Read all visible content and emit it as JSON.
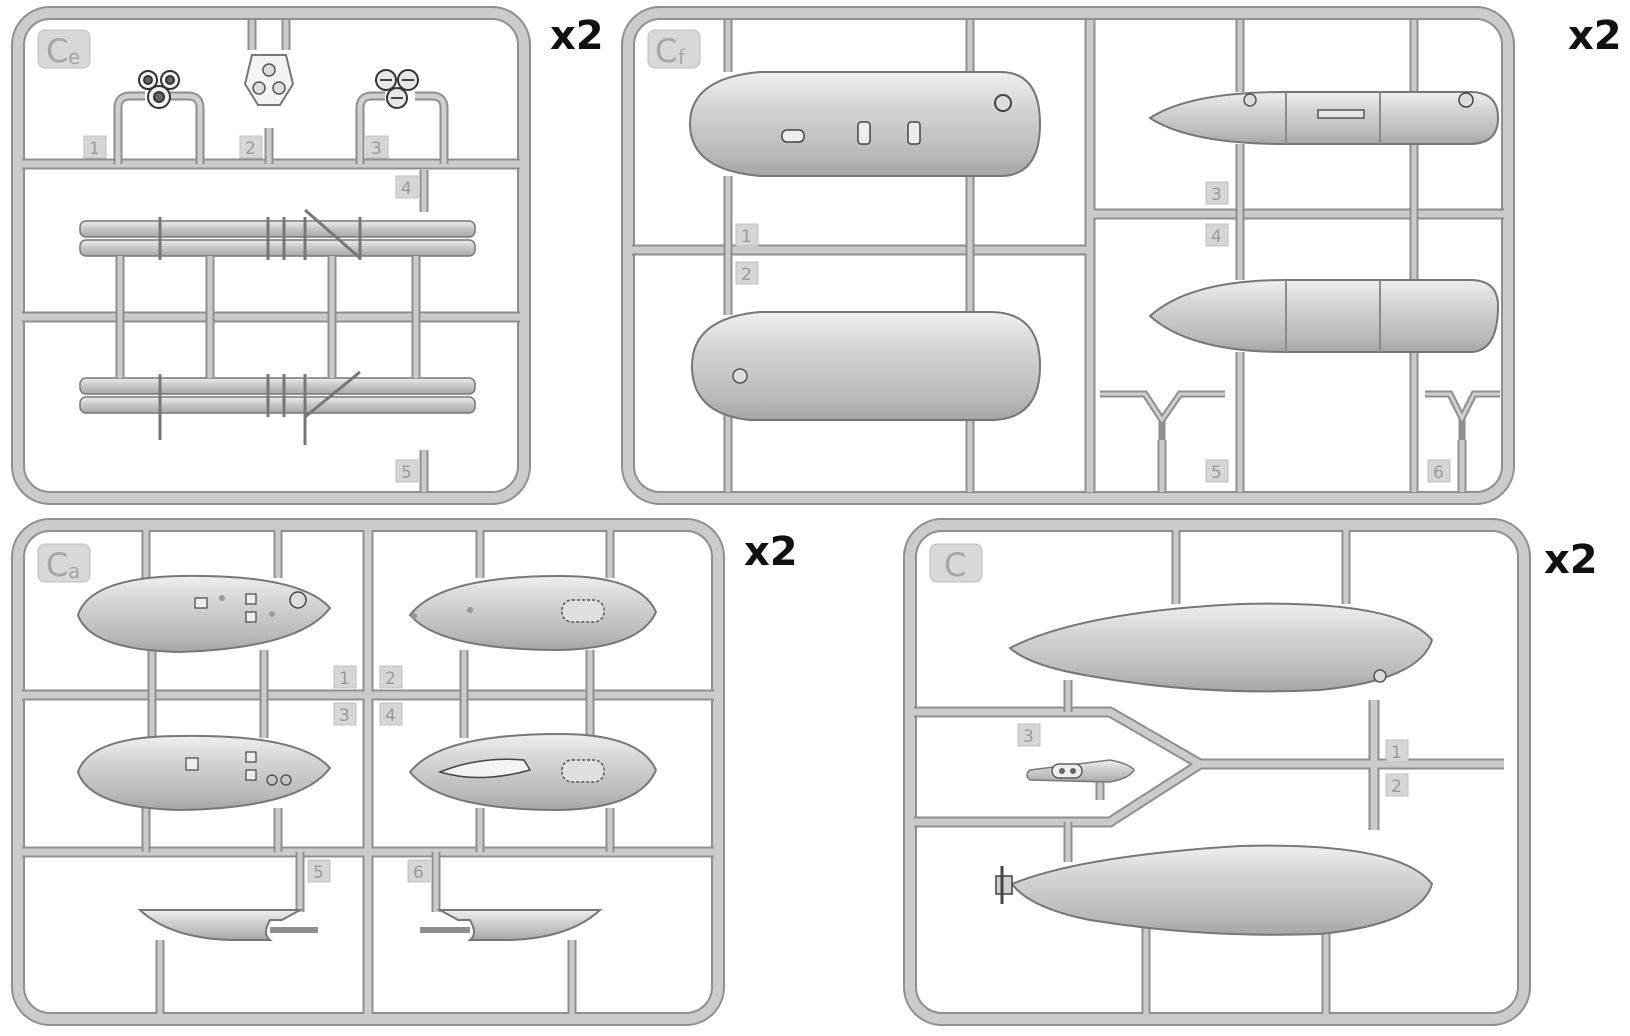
{
  "colors": {
    "plastic": "#c9c9c9",
    "plastic_light": "#dadada",
    "plastic_dark": "#8f8f8f",
    "label_bg": "#d6d6d6",
    "label_text": "#9a9a9a",
    "quantity_text": "#111111"
  },
  "sprues": {
    "ce": {
      "letter": "C",
      "sub": "e",
      "quantity": "x2",
      "parts": [
        "1",
        "2",
        "3",
        "4",
        "5"
      ],
      "part_names": [
        "rear-mount-part",
        "plate-part",
        "front-mount-part",
        "upper-tube-assembly",
        "lower-tube-assembly"
      ]
    },
    "cf": {
      "letter": "C",
      "sub": "f",
      "quantity": "x2",
      "parts": [
        "1",
        "2",
        "3",
        "4",
        "5",
        "6"
      ],
      "part_names": [
        "upper-hull-part",
        "lower-hull-part",
        "upper-tank-part",
        "lower-tank-part",
        "y-bracket-part",
        "y-bracket-part"
      ]
    },
    "ca": {
      "letter": "C",
      "sub": "a",
      "quantity": "x2",
      "parts": [
        "1",
        "2",
        "3",
        "4",
        "5",
        "6"
      ],
      "part_names": [
        "pod-half-part",
        "pod-half-part",
        "pod-half-part",
        "pod-half-part",
        "fairing-part",
        "fairing-part"
      ]
    },
    "c": {
      "letter": "C",
      "sub": "",
      "quantity": "x2",
      "parts": [
        "1",
        "2",
        "3"
      ],
      "part_names": [
        "upper-fuselage-part",
        "lower-fuselage-part",
        "boat-part"
      ]
    }
  }
}
